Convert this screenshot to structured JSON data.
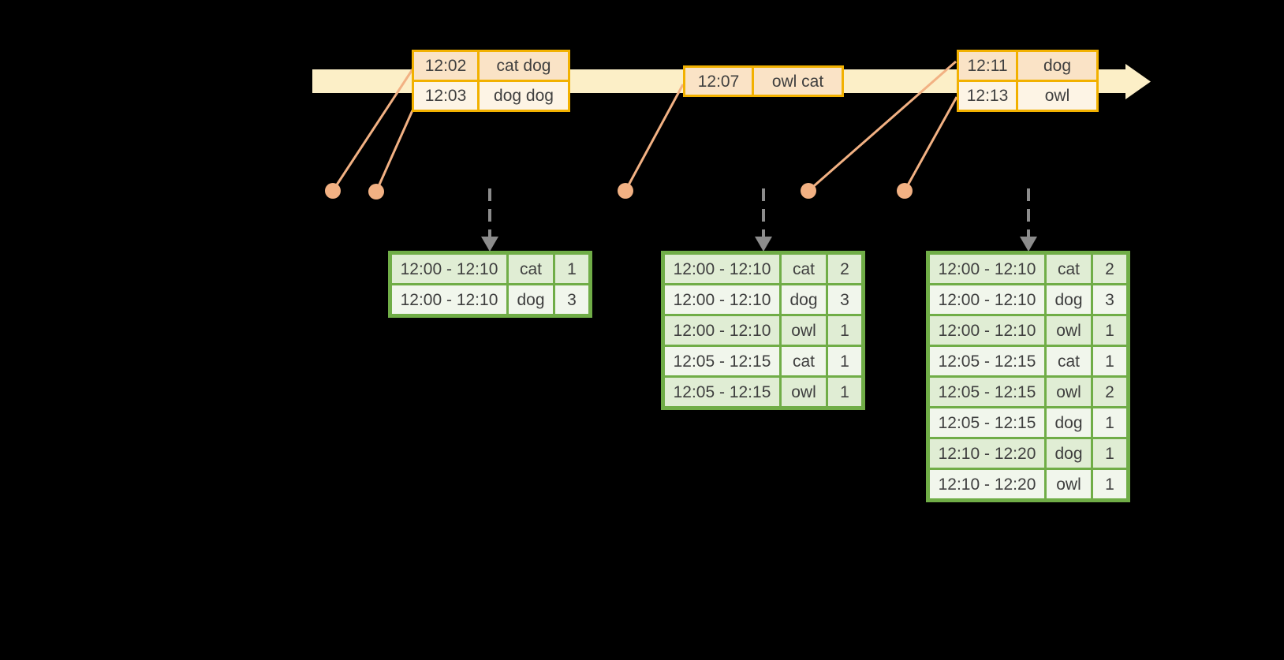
{
  "colors": {
    "bg": "#000000",
    "band": "#FCEFC7",
    "gold": "#F2B100",
    "peachDark": "#FAE3C6",
    "peachLight": "#FDF4E5",
    "orange": "#F2B183",
    "green": "#70AD47",
    "greenDark": "#E0EDD4",
    "greenLight": "#F1F6EC",
    "gray": "#8C8C8C",
    "text": "#3F3F3F"
  },
  "icons": {
    "timeline_arrow": "right-arrow-band",
    "event_dot": "filled-circle",
    "trigger_arrow": "dashed-down-arrow"
  },
  "timeline": {
    "event_boxes": [
      {
        "rows": [
          {
            "time": "12:02",
            "words": "cat dog"
          },
          {
            "time": "12:03",
            "words": "dog dog"
          }
        ]
      },
      {
        "rows": [
          {
            "time": "12:07",
            "words": "owl cat"
          }
        ]
      },
      {
        "rows": [
          {
            "time": "12:11",
            "words": "dog"
          },
          {
            "time": "12:13",
            "words": "owl"
          }
        ]
      }
    ]
  },
  "result_tables": [
    {
      "rows": [
        {
          "window": "12:00 - 12:10",
          "word": "cat",
          "count": 1
        },
        {
          "window": "12:00 - 12:10",
          "word": "dog",
          "count": 3
        }
      ]
    },
    {
      "rows": [
        {
          "window": "12:00 - 12:10",
          "word": "cat",
          "count": 2
        },
        {
          "window": "12:00 - 12:10",
          "word": "dog",
          "count": 3
        },
        {
          "window": "12:00 - 12:10",
          "word": "owl",
          "count": 1
        },
        {
          "window": "12:05 - 12:15",
          "word": "cat",
          "count": 1
        },
        {
          "window": "12:05 - 12:15",
          "word": "owl",
          "count": 1
        }
      ]
    },
    {
      "rows": [
        {
          "window": "12:00 - 12:10",
          "word": "cat",
          "count": 2
        },
        {
          "window": "12:00 - 12:10",
          "word": "dog",
          "count": 3
        },
        {
          "window": "12:00 - 12:10",
          "word": "owl",
          "count": 1
        },
        {
          "window": "12:05 - 12:15",
          "word": "cat",
          "count": 1
        },
        {
          "window": "12:05 - 12:15",
          "word": "owl",
          "count": 2
        },
        {
          "window": "12:05 - 12:15",
          "word": "dog",
          "count": 1
        },
        {
          "window": "12:10 - 12:20",
          "word": "dog",
          "count": 1
        },
        {
          "window": "12:10 - 12:20",
          "word": "owl",
          "count": 1
        }
      ]
    }
  ]
}
